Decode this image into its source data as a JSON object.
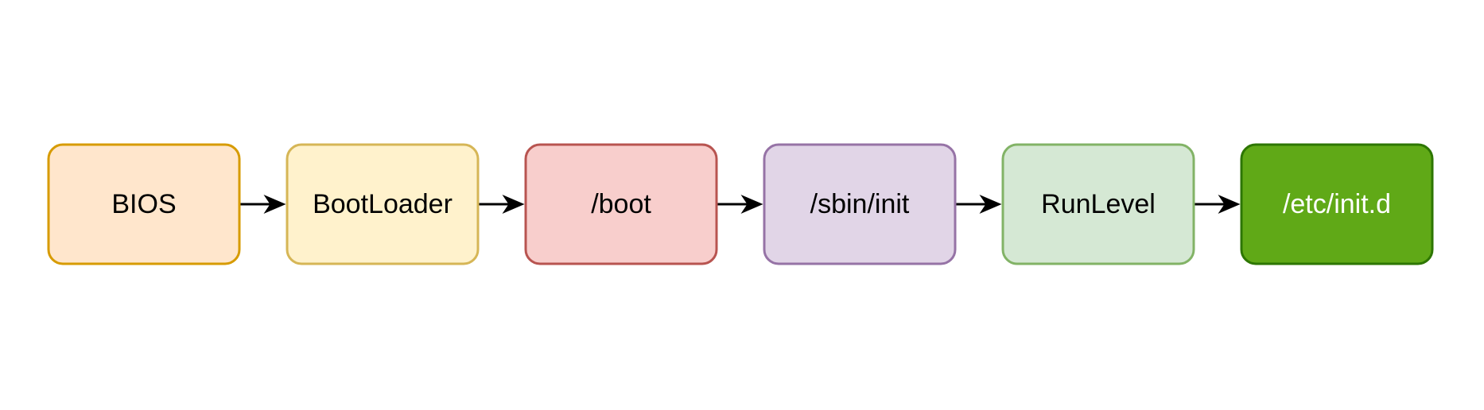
{
  "diagram": {
    "type": "flowchart",
    "direction": "left-to-right",
    "nodes": [
      {
        "id": "bios",
        "label": "BIOS",
        "fill": "#FFE6CC",
        "stroke": "#D79B00",
        "text_color": "#000000"
      },
      {
        "id": "bootloader",
        "label": "BootLoader",
        "fill": "#FFF2CC",
        "stroke": "#D6B656",
        "text_color": "#000000"
      },
      {
        "id": "boot",
        "label": "/boot",
        "fill": "#F8CECC",
        "stroke": "#B85450",
        "text_color": "#000000"
      },
      {
        "id": "sbin-init",
        "label": "/sbin/init",
        "fill": "#E1D5E7",
        "stroke": "#9673A6",
        "text_color": "#000000"
      },
      {
        "id": "runlevel",
        "label": "RunLevel",
        "fill": "#D5E8D4",
        "stroke": "#82B366",
        "text_color": "#000000"
      },
      {
        "id": "etc-init-d",
        "label": "/etc/init.d",
        "fill": "#60A917",
        "stroke": "#2D7600",
        "text_color": "#FFFFFF"
      }
    ],
    "edges": [
      {
        "from": "bios",
        "to": "bootloader"
      },
      {
        "from": "bootloader",
        "to": "boot"
      },
      {
        "from": "boot",
        "to": "sbin-init"
      },
      {
        "from": "sbin-init",
        "to": "runlevel"
      },
      {
        "from": "runlevel",
        "to": "etc-init-d"
      }
    ],
    "edge_color": "#000000"
  }
}
